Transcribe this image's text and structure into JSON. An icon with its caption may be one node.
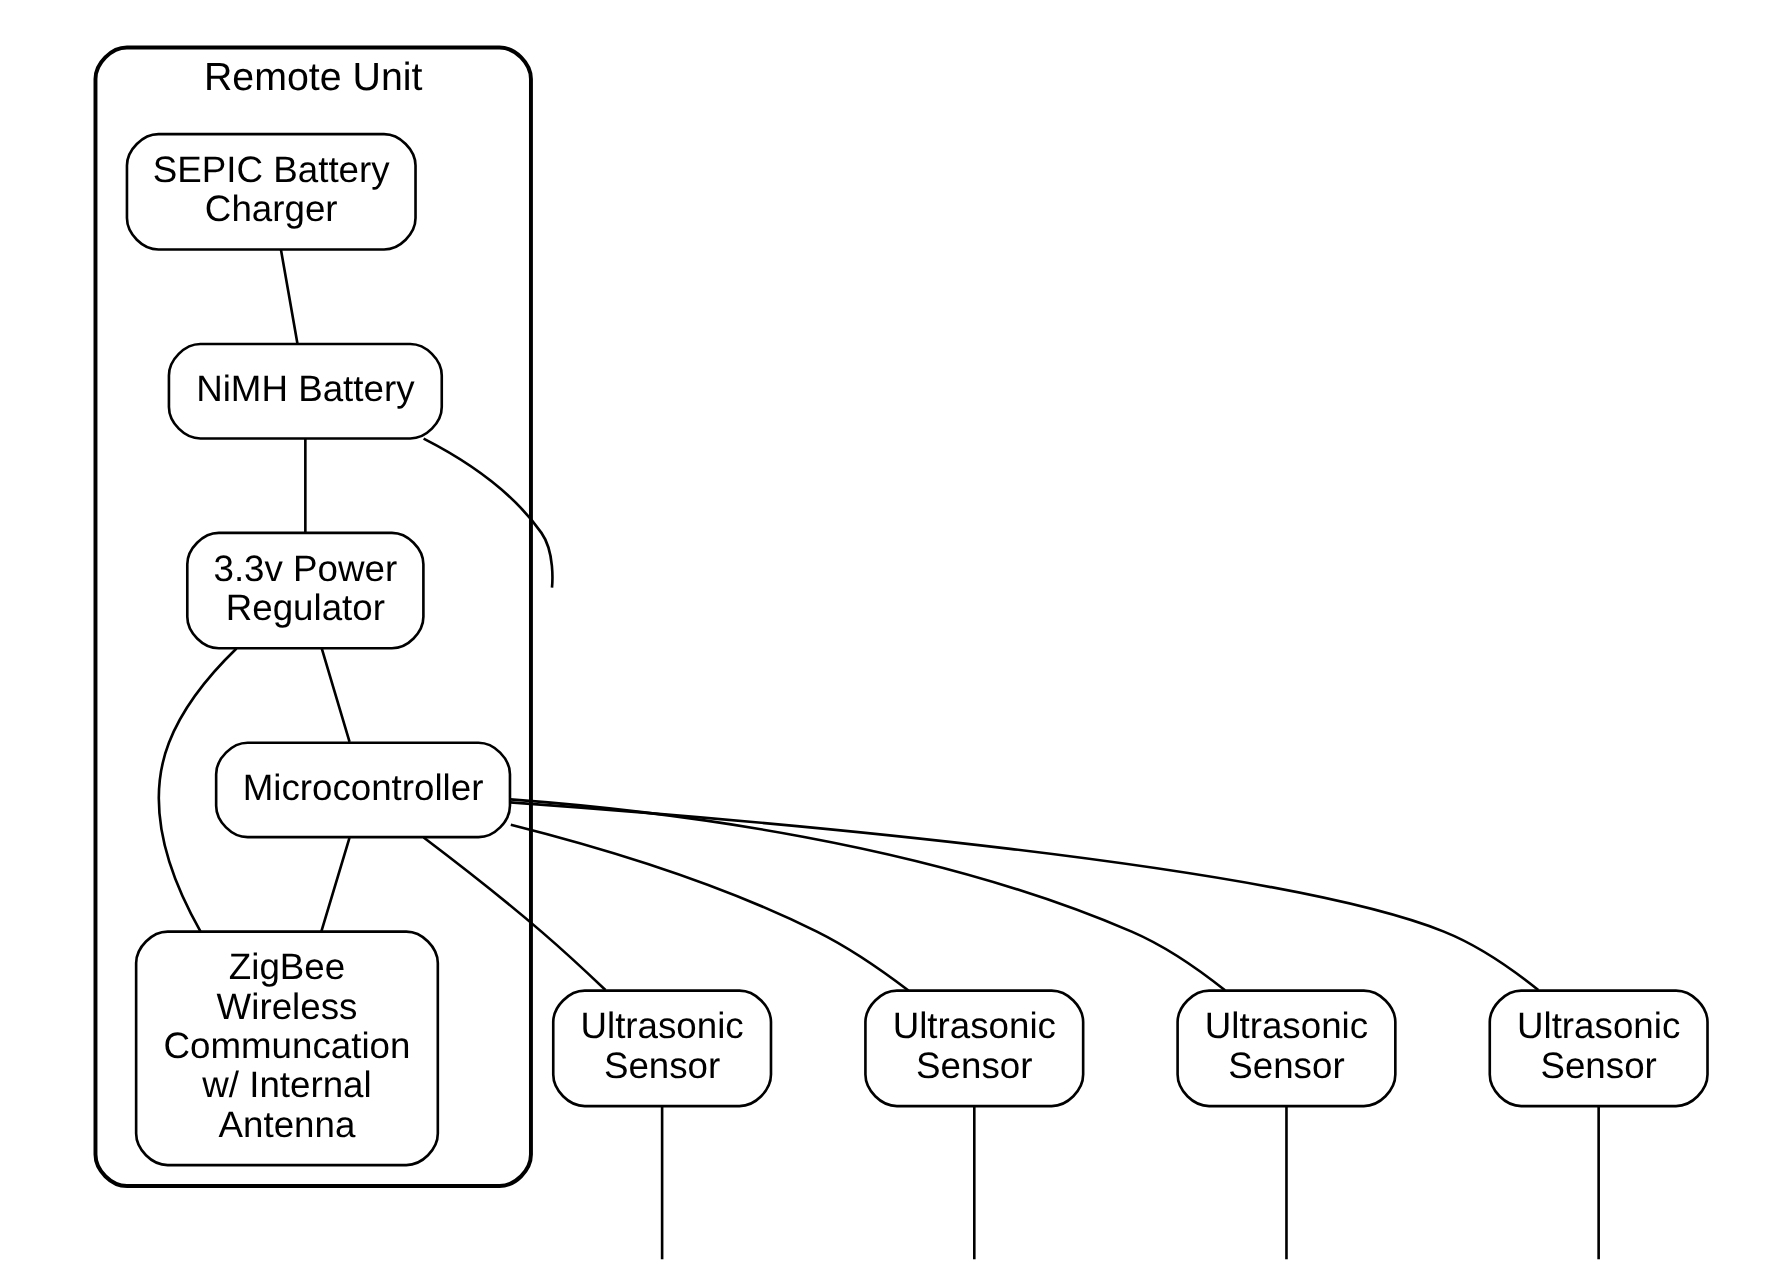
{
  "diagram": {
    "nodes": [
      {
        "text": [
          "Remote Unit"
        ]
      },
      {
        "text": [
          "SEPIC Battery Charger"
        ],
        "in": 0
      },
      {
        "text": [
          "NiMH Battery"
        ],
        "in": 0
      },
      {
        "text": [
          "3.3v Power Regulator"
        ],
        "in": 0
      },
      {
        "text": [
          "Microcontroller"
        ],
        "in": 0
      },
      {
        "text": [
          "ZigBee Wireless Communcation w/ Internal Antenna"
        ],
        "in": 0
      },
      {
        "text": [
          "Ultrasonic Sensor"
        ]
      },
      {
        "text": [
          "Ultrasonic Sensor"
        ]
      },
      {
        "text": [
          "Ultrasonic Sensor"
        ]
      },
      {
        "text": [
          "Ultrasonic Sensor"
        ]
      }
    ],
    "edges": [
      {
        "from": 1,
        "to": 2,
        "arrow": "none"
      },
      {
        "from": 2,
        "to": 3,
        "arrow": "none"
      },
      {
        "from": 3,
        "to": 4,
        "arrow": "none"
      },
      {
        "from": 3,
        "to": 5,
        "arrow": "none"
      },
      {
        "from": 4,
        "to": 5,
        "arrow": "none"
      },
      {
        "from": 4,
        "to": 6,
        "arrow": "none"
      },
      {
        "from": 4,
        "to": 7,
        "arrow": "none"
      },
      {
        "from": 4,
        "to": 8,
        "arrow": "none"
      },
      {
        "from": 4,
        "to": 9,
        "arrow": "none"
      },
      {
        "from": 2,
        "to": null,
        "arrow": "none"
      },
      {
        "from": 6,
        "to": null,
        "arrow": "none"
      },
      {
        "from": 7,
        "to": null,
        "arrow": "none"
      },
      {
        "from": 8,
        "to": null,
        "arrow": "none"
      },
      {
        "from": 9,
        "to": null,
        "arrow": "none"
      }
    ]
  }
}
